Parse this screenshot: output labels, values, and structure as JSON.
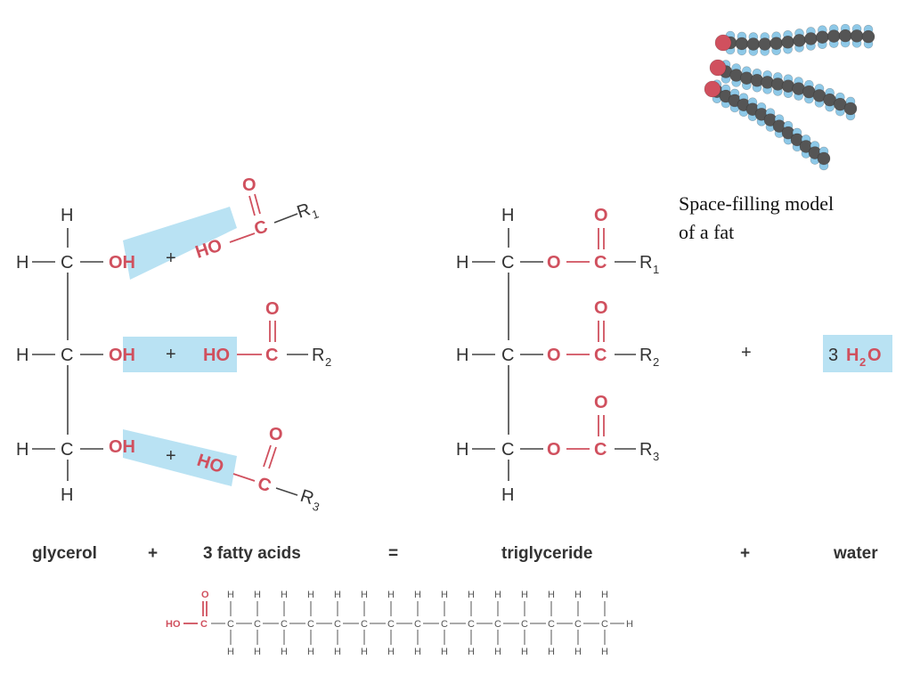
{
  "atoms": {
    "H": "H",
    "C": "C",
    "O": "O",
    "OH": "OH",
    "HO": "HO",
    "R": "R",
    "plus": "+"
  },
  "subscripts": {
    "r1": "1",
    "r2": "2",
    "r3": "3"
  },
  "water": {
    "coef": "3",
    "h": "H",
    "sub": "2",
    "o": "O"
  },
  "caption": {
    "line1": "Space-filling model",
    "line2": "of a fat"
  },
  "labels": {
    "glycerol": "glycerol",
    "plus1": "+",
    "fatty_acids": "3 fatty acids",
    "equals": "=",
    "triglyceride": "triglyceride",
    "plus2": "+",
    "water": "water"
  },
  "chain": {
    "ho": "HO",
    "o": "O",
    "c": "C",
    "h": "H"
  },
  "colors": {
    "highlight": "#b9e2f3",
    "oxygen_red": "#d0505e",
    "text": "#333333",
    "sphere_carbon": "#555555",
    "sphere_hydrogen": "#8ec9e8"
  }
}
